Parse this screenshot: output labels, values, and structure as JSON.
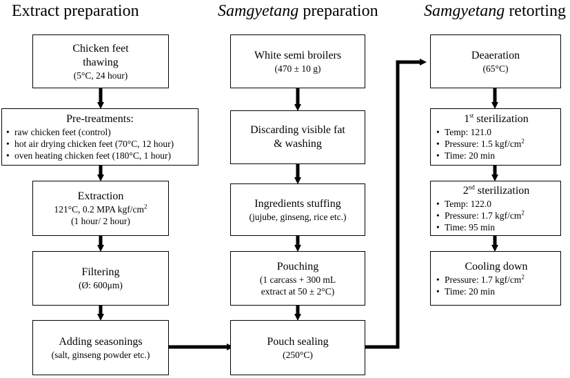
{
  "headings": {
    "extract": "Extract preparation",
    "samgyetang_italic": "Samgyetang",
    "samgyetang_prep_rest": " preparation",
    "samgyetang_retort_rest": " retorting"
  },
  "col1": {
    "thawing": {
      "line1": "Chicken feet",
      "line2": "thawing",
      "sub": "(5°C, 24 hour)"
    },
    "pretreat": {
      "title": "Pre-treatments:",
      "items": [
        "raw chicken feet (control)",
        "hot air drying chicken feet (70°C, 12 hour)",
        "oven heating chicken feet (180°C, 1 hour)"
      ]
    },
    "extraction": {
      "title": "Extraction",
      "cond": "121°C, 0.2 MPA kgf/cm",
      "cond_sup": "2",
      "time": "(1 hour/ 2 hour)"
    },
    "filtering": {
      "title": "Filtering",
      "sub": "(Ø: 600μm)"
    },
    "seasoning": {
      "title": "Adding seasonings",
      "sub": "(salt, ginseng powder etc.)"
    }
  },
  "col2": {
    "broilers": {
      "title": "White semi broilers",
      "sub": "(470 ± 10 g)"
    },
    "fat": {
      "line1": "Discarding visible fat",
      "line2": "& washing"
    },
    "stuffing": {
      "title": "Ingredients stuffing",
      "sub": "(jujube, ginseng, rice etc.)"
    },
    "pouching": {
      "title": "Pouching",
      "sub1": "(1 carcass + 300 mL",
      "sub2": "extract at 50 ± 2°C)"
    },
    "sealing": {
      "title": "Pouch sealing",
      "sub": "(250°C)"
    }
  },
  "col3": {
    "deaeration": {
      "title": "Deaeration",
      "sub": "(65°C)"
    },
    "ster1": {
      "num": "1",
      "sup": "st",
      "title": " sterilization",
      "temp": "Temp: 121.0",
      "pressure": "Pressure: 1.5 kgf/cm",
      "pressure_sup": "2",
      "time": "Time: 20 min"
    },
    "ster2": {
      "num": "2",
      "sup": "nd",
      "title": " sterilization",
      "temp": "Temp: 122.0",
      "pressure": "Pressure: 1.7 kgf/cm",
      "pressure_sup": "2",
      "time": "Time: 95 min"
    },
    "cooling": {
      "title": "Cooling down",
      "pressure": "Pressure: 1.7 kgf/cm",
      "pressure_sup": "2",
      "time": "Time: 20 min"
    }
  },
  "bullet": "•"
}
